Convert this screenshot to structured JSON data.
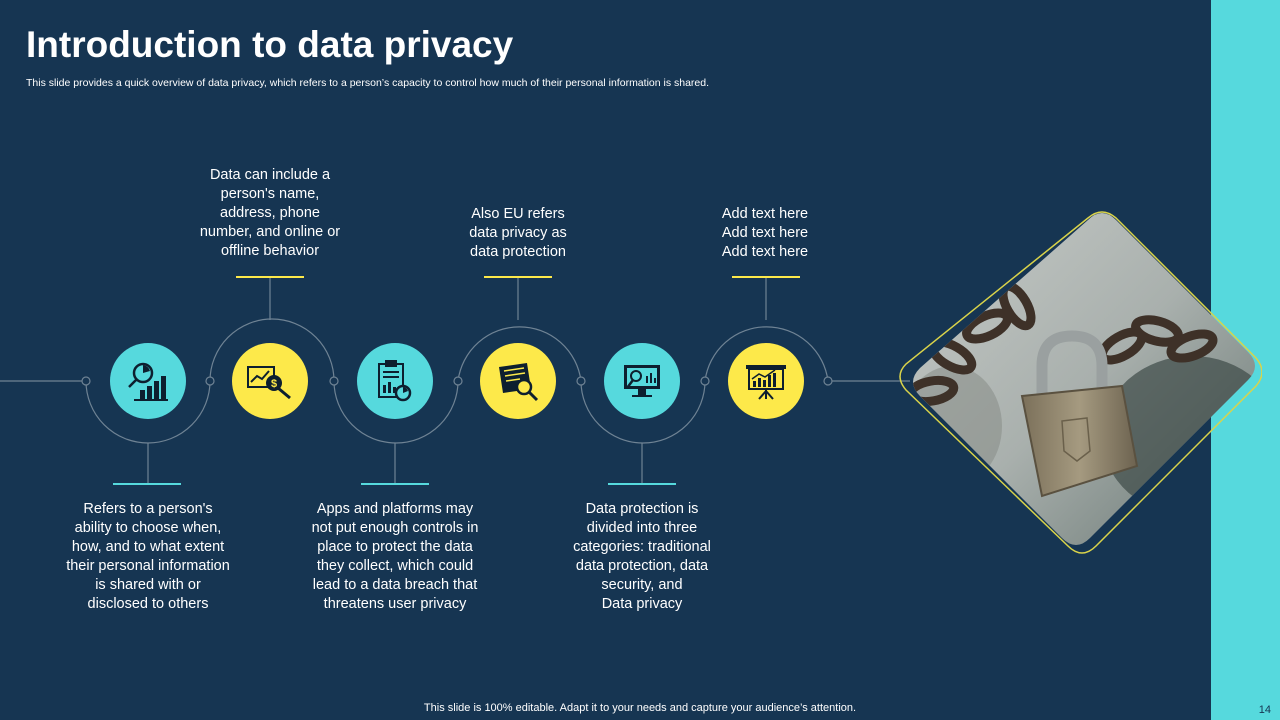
{
  "slide": {
    "title": "Introduction to data privacy",
    "subtitle": "This slide provides a quick overview of data privacy, which refers to a person’s capacity to control how much of their personal information is shared.",
    "footer": "This slide is 100% editable. Adapt it to your needs and capture your audience’s attention.",
    "page_number": "14"
  },
  "colors": {
    "background": "#163552",
    "accent_cyan": "#56d9dd",
    "accent_yellow": "#fde94a",
    "line": "#6f8394"
  },
  "steps": [
    {
      "icon": "search-chart-icon",
      "color": "cyan",
      "text": "Refers to a person's\nability to choose when,\nhow, and to what extent\ntheir personal information\nis shared with or\ndisclosed to others"
    },
    {
      "icon": "money-analysis-icon",
      "color": "yellow",
      "text": "Data can include a\nperson's name,\naddress, phone\nnumber, and online or\noffline behavior"
    },
    {
      "icon": "report-clipboard-icon",
      "color": "cyan",
      "text": "Apps and platforms may\nnot put enough controls in\nplace to protect the data\nthey collect, which could\nlead to a data breach that\nthreatens user privacy"
    },
    {
      "icon": "document-search-icon",
      "color": "yellow",
      "text": "Also EU refers\ndata privacy as\ndata protection"
    },
    {
      "icon": "monitor-search-icon",
      "color": "cyan",
      "text": "Data protection is\ndivided into three\ncategories: traditional\ndata protection, data\nsecurity, and\nData privacy"
    },
    {
      "icon": "presentation-board-icon",
      "color": "yellow",
      "text": "Add text here\nAdd text here\nAdd text here"
    }
  ],
  "image": {
    "icon": "padlock-chain-photo"
  }
}
